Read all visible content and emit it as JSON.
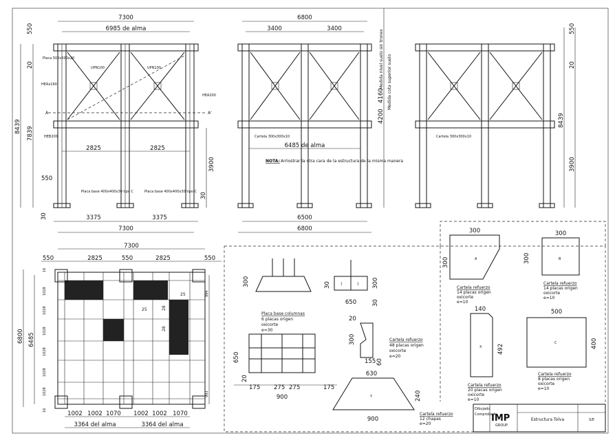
{
  "elevation_left": {
    "top_width": "7300",
    "alma_top": "6985 de alma",
    "h1": "550",
    "h2": "20",
    "h_total": "8439",
    "h_alma": "7839",
    "bay1": "2825",
    "bay2": "2825",
    "h_low": "3900",
    "h550": "550",
    "h30": "30",
    "h30b": "30",
    "bottom1": "3375",
    "bottom2": "3375",
    "bottom_width": "7300",
    "note_plate": "Placa 500x500x20",
    "hea": "HEAx160",
    "heb": "HEB200",
    "hea2": "HEA200",
    "upn1": "UPN100",
    "upn2": "UPN100",
    "section": "A",
    "section2": "A'",
    "base1": "Placa base 400x400x30 tipo C",
    "base2": "Placa base 400x400x30 tipo C"
  },
  "elevation_mid": {
    "top_width": "6800",
    "bay1": "3400",
    "bay2": "3400",
    "alma": "6485 de alma",
    "bottom1": "6500",
    "bottom2": "6800",
    "note_head": "NOTA:",
    "note_body": "Arriostrar la otra cara de la estructura de la misma manera",
    "v1": "4200",
    "v1_text": "Medida cota superior suelo",
    "v2": "4160",
    "v2_text": "Medida nivel suelo sin tronex",
    "cartela": "Cartela 300x300x10"
  },
  "elevation_right": {
    "h1": "550",
    "h2": "20",
    "h_total": "8439",
    "h_low": "3900",
    "cartela": "Cartela 300x300x10"
  },
  "plan": {
    "top": "7300",
    "c1": "550",
    "c2": "2825",
    "c3": "550",
    "c4": "2825",
    "c5": "550",
    "left_total": "6800",
    "left_alma": "6485",
    "rows": [
      "1028",
      "1028",
      "1028",
      "1028",
      "1028",
      "1028"
    ],
    "r16a": "16",
    "r16b": "16",
    "right1": "994",
    "right2": "993",
    "b1": "1002",
    "b2": "1002",
    "b3": "1070",
    "b4": "1002",
    "b5": "1002",
    "b6": "1070",
    "alma1": "3364 del alma",
    "alma2": "3364 del alma",
    "n25a": "25",
    "n25b": "25",
    "n28a": "28",
    "n28b": "28"
  },
  "details": {
    "base_title": "Placa base columnas",
    "base_qty": "6 placas origen",
    "base_cut": "oxicorte",
    "base_e": "e=30",
    "d300a": "300",
    "d650": "650",
    "d30a": "30",
    "d300b": "300",
    "d30b": "30",
    "d20": "20",
    "d300c": "300",
    "d155": "155",
    "d60": "60",
    "j_title": "Cartela refuerzo",
    "j_qty": "48 placas origen",
    "j_cut": "oxicorte",
    "j_e": "e=20",
    "g_650": "650",
    "g_20": "20",
    "g_175a": "175",
    "g_275a": "275",
    "g_275b": "275",
    "g_900": "900",
    "g_175b": "175",
    "y_630": "630",
    "y_240": "240",
    "y_900": "900",
    "y_title": "Cartela refuerzo",
    "y_qty": "12 chapas",
    "y_e": "e=20",
    "a_300a": "300",
    "a_300b": "300",
    "a_title": "Cartela refuerzo",
    "a_qty": "14 placas origen",
    "a_cut": "oxicorte",
    "a_e": "e=10",
    "b_300a": "300",
    "b_300b": "300",
    "b_title": "Cartela refuerzo",
    "b_qty": "14 placas origen",
    "b_cut": "oxicorte",
    "b_e": "e=10",
    "x_140": "140",
    "x_492": "492",
    "x_title": "Cartela refuerzo",
    "x_qty": "20 placas origen",
    "x_cut": "oxicorte",
    "x_e": "e=10",
    "c_500": "500",
    "c_400": "400",
    "c_title": "Cartela refuerzo",
    "c_qty": "8 placas origen",
    "c_cut": "oxicorte",
    "c_e": "e=10"
  },
  "title_block": {
    "logo": "IMP",
    "logo_sub": "GROUP",
    "title": "Estructura Tolva",
    "field1": "Dibujado",
    "field2": "Comprobado",
    "scale": "S/E"
  }
}
